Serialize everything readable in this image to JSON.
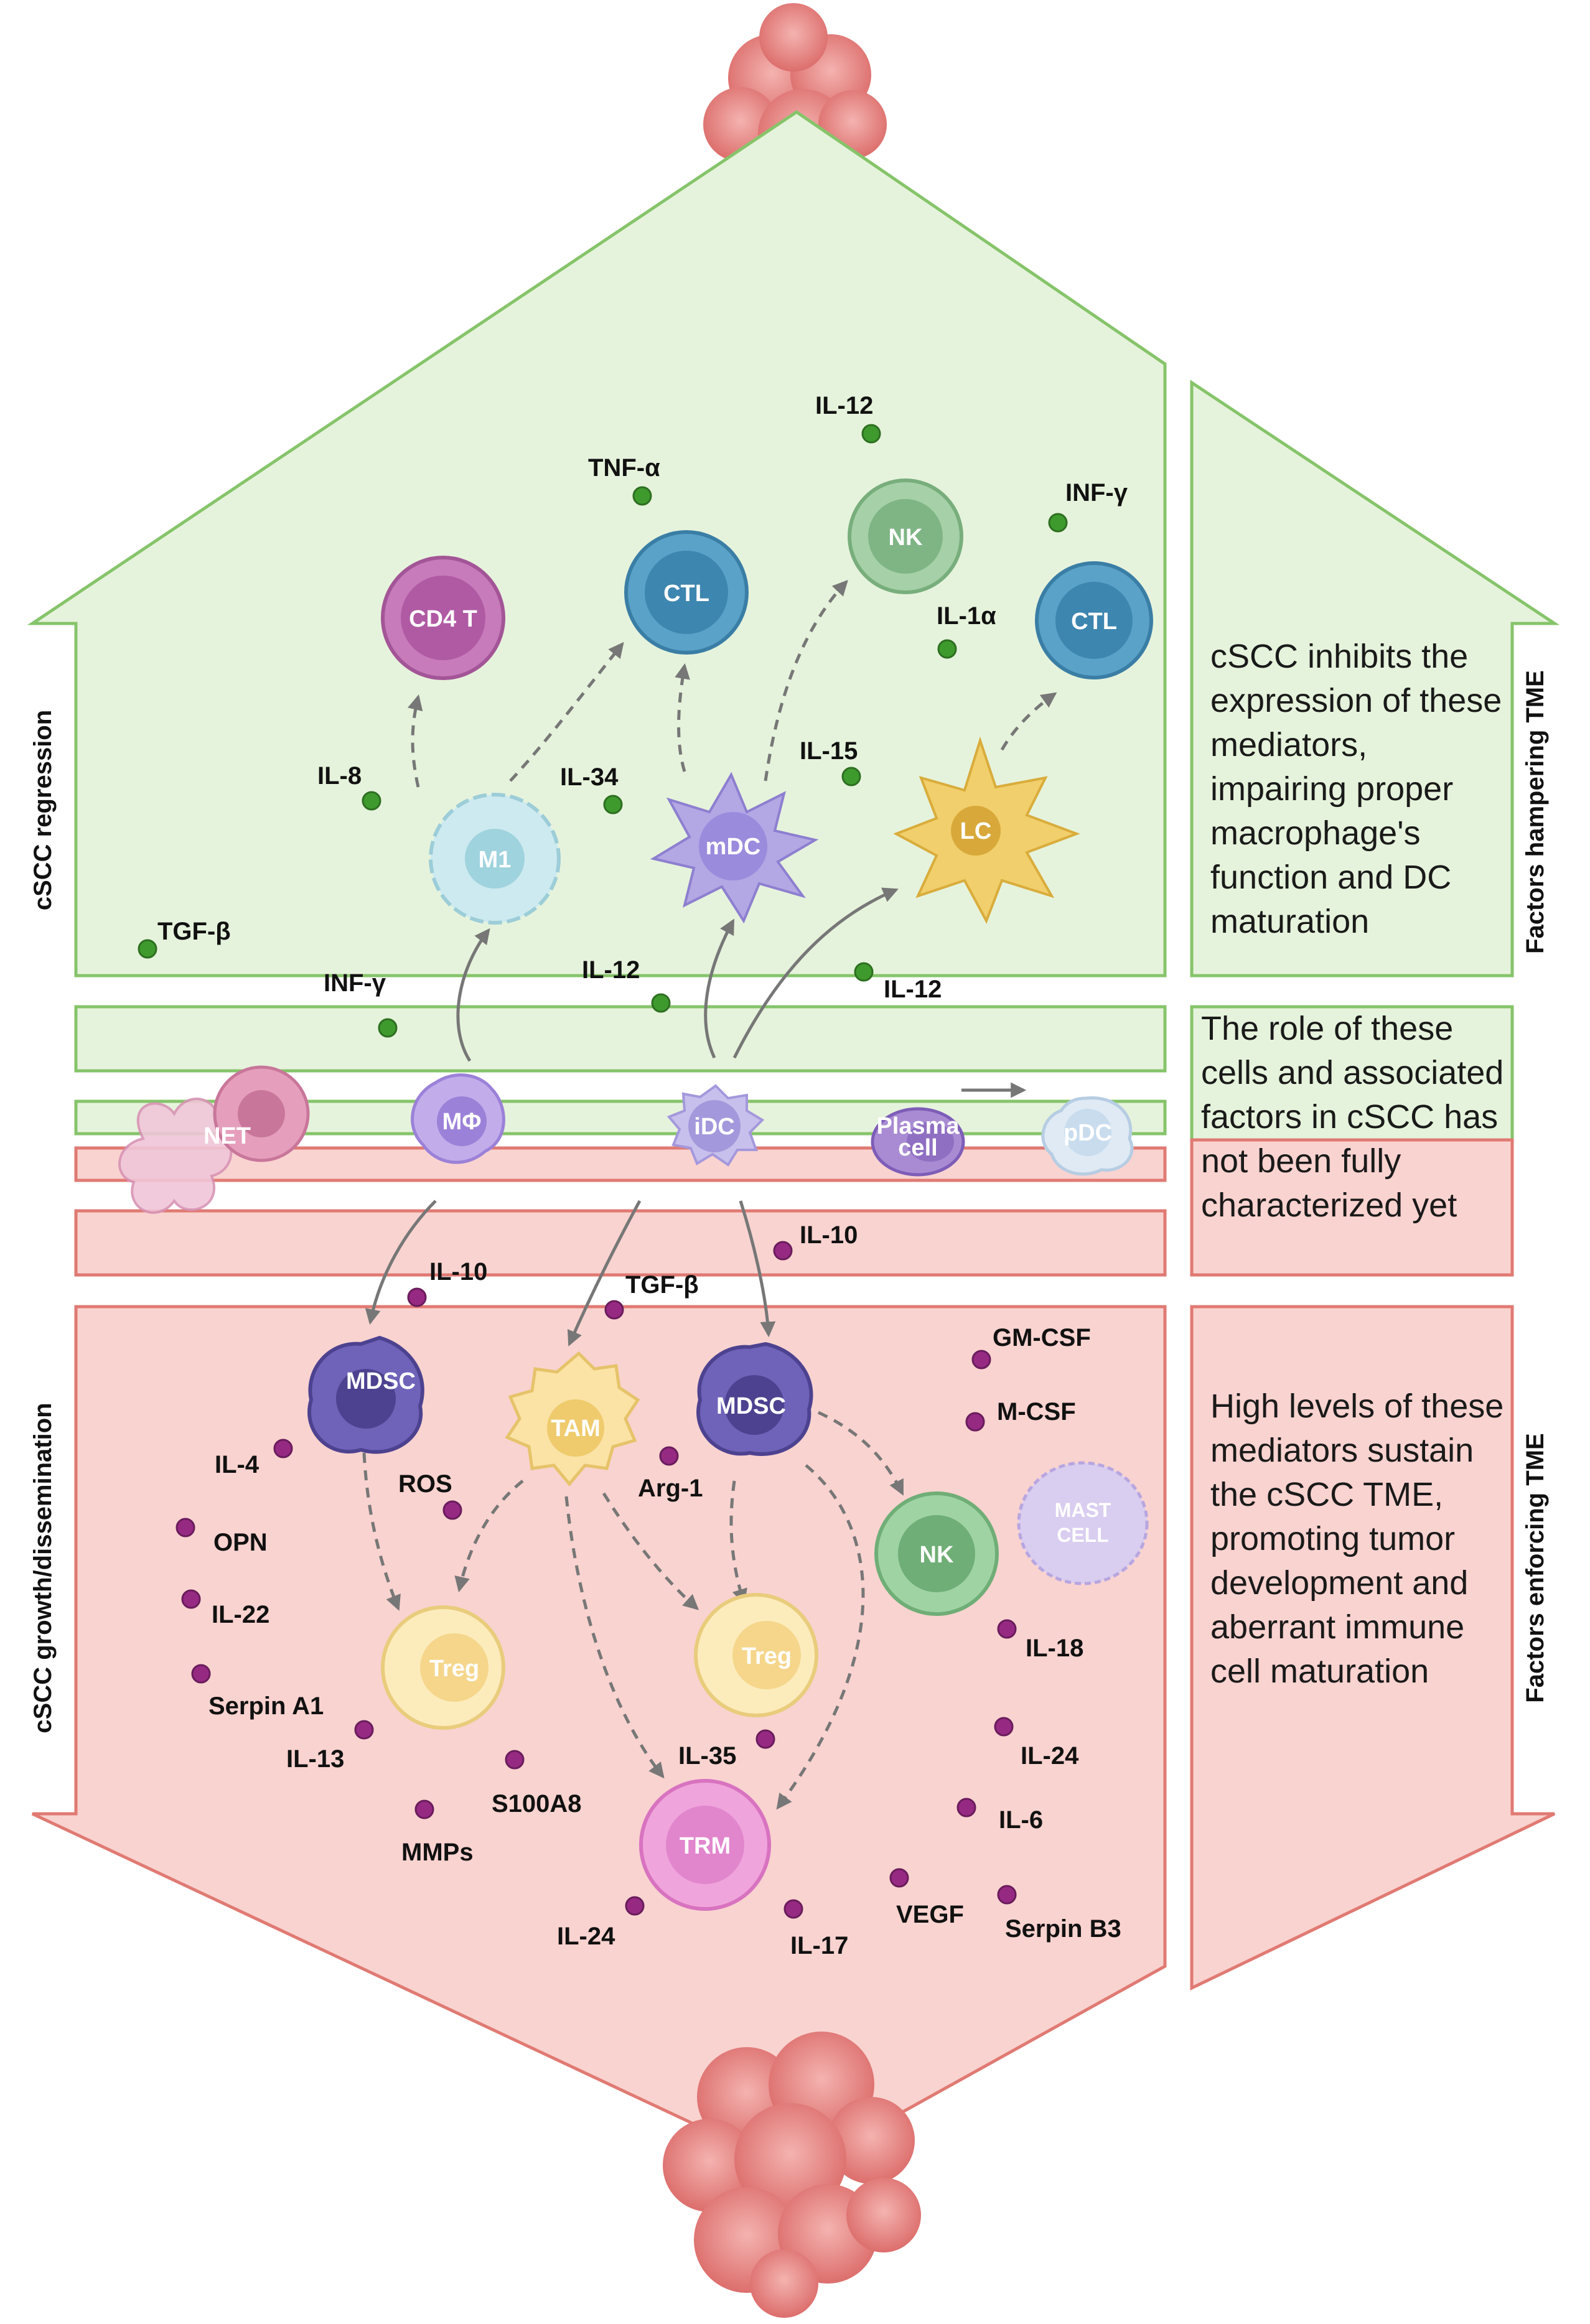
{
  "section_labels": {
    "regression": "cSCC regression",
    "growth": "cSCC growth/dissemination",
    "hampering": "Factors hampering TME",
    "enforcing": "Factors enforcing TME"
  },
  "descriptions": {
    "top": "cSCC inhibits the expression of these mediators, impairing proper macrophage's function and DC maturation",
    "middle": "The role of these cells and associated factors in cSCC has not been fully characterized yet",
    "bottom": "High levels of these mediators sustain the cSCC TME, promoting tumor development and aberrant immune cell maturation"
  },
  "cells": {
    "cd4t": "CD4 T",
    "ctl_center": "CTL",
    "nk_top": "NK",
    "ctl_right": "CTL",
    "m1": "M1",
    "mdc": "mDC",
    "lc": "LC",
    "net": "NET",
    "macrophage": "MΦ",
    "idc": "iDC",
    "plasma_line1": "Plasma",
    "plasma_line2": "cell",
    "pdc": "pDC",
    "mdsc_left": "MDSC",
    "tam": "TAM",
    "mdsc_right": "MDSC",
    "nk_bottom": "NK",
    "mast_line1": "MAST",
    "mast_line2": "CELL",
    "treg_left": "Treg",
    "treg_right": "Treg",
    "trm": "TRM"
  },
  "top_factors": {
    "il12_top": "IL-12",
    "tnfa": "TNF-α",
    "infg_right": "INF-γ",
    "il1a": "IL-1α",
    "il8": "IL-8",
    "il34": "IL-34",
    "il15": "IL-15",
    "tgfb": "TGF-β",
    "infg_left": "INF-γ",
    "il12_mid": "IL-12",
    "il12_right": "IL-12"
  },
  "bottom_factors": {
    "il10_right": "IL-10",
    "il10_left": "IL-10",
    "tgfb": "TGF-β",
    "gmcsf": "GM-CSF",
    "mcsf": "M-CSF",
    "il4": "IL-4",
    "ros": "ROS",
    "arg1": "Arg-1",
    "opn": "OPN",
    "il22": "IL-22",
    "serpina1": "Serpin A1",
    "il13": "IL-13",
    "s100a8": "S100A8",
    "mmps": "MMPs",
    "il35": "IL-35",
    "il18": "IL-18",
    "il24_right": "IL-24",
    "il6": "IL-6",
    "il24_bottom": "IL-24",
    "il17": "IL-17",
    "vegf": "VEGF",
    "serpinb3": "Serpin B3"
  },
  "colors": {
    "green_zone": "#e6f3dc",
    "green_border": "#86c46a",
    "red_zone": "#f9d3d0",
    "red_border": "#e07a73",
    "green_dot": "#3f9a2e",
    "purple_dot": "#962a82",
    "tumor": "#e98a88"
  }
}
